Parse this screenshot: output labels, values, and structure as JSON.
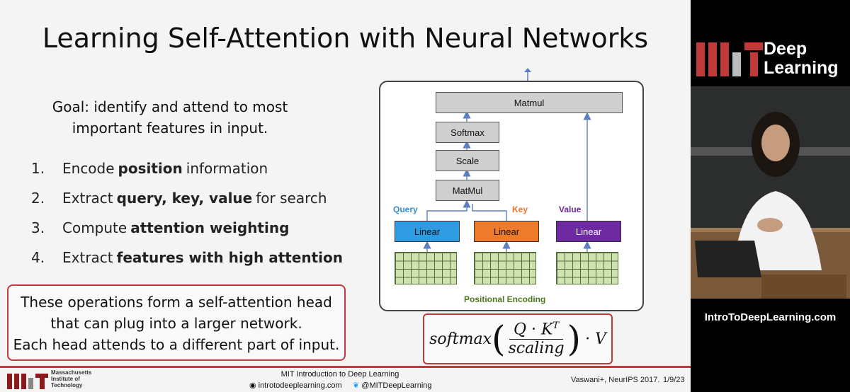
{
  "slide": {
    "title": "Learning Self-Attention with Neural Networks",
    "goal_line1": "Goal: identify and attend to most",
    "goal_line2": "important features in input.",
    "steps": [
      {
        "num": "1.",
        "pre": "Encode",
        "bold": "position",
        "post": "information"
      },
      {
        "num": "2.",
        "pre": "Extract",
        "bold": "query, key, value",
        "post": "for search"
      },
      {
        "num": "3.",
        "pre": "Compute",
        "bold": "attention weighting",
        "post": ""
      },
      {
        "num": "4.",
        "pre": "Extract",
        "bold": "features with high attention",
        "post": ""
      }
    ],
    "callout_lines": [
      "These operations form a self-attention head",
      "that can plug into a larger network.",
      "Each head attends to a different part of input."
    ]
  },
  "diagram": {
    "matmul_top": "Matmul",
    "softmax": "Softmax",
    "scale": "Scale",
    "matmul": "MatMul",
    "query_label": "Query",
    "key_label": "Key",
    "value_label": "Value",
    "linear": "Linear",
    "positional_encoding": "Positional Encoding",
    "colors": {
      "query": "#2f8fd8",
      "key": "#e8762b",
      "value": "#6a2a9a",
      "pe": "#4e7a1f",
      "arrow": "#5b7fc0"
    }
  },
  "formula": {
    "softmax": "softmax",
    "numerator": "Q · K",
    "superscript": "T",
    "denominator": "scaling",
    "tail": "· V"
  },
  "footer": {
    "mit_line1": "Massachusetts",
    "mit_line2": "Institute of",
    "mit_line3": "Technology",
    "course": "MIT Introduction to Deep Learning",
    "website": "introtodeeplearning.com",
    "twitter": "@MITDeepLearning",
    "citation": "Vaswani+, NeurIPS 2017.",
    "date": "1/9/23"
  },
  "brand": {
    "line1": "Deep",
    "line2": "Learning",
    "url": "IntroToDeepLearning.com",
    "mit_red": "#c0393b"
  }
}
